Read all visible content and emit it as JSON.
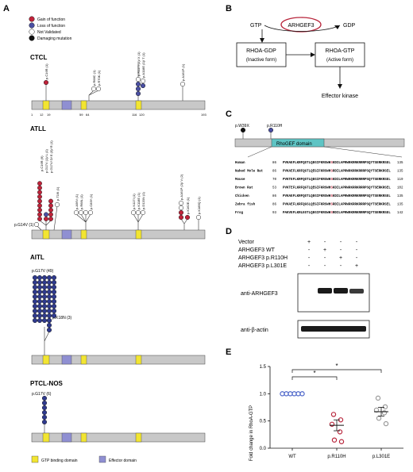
{
  "panel_labels": {
    "a": "A",
    "b": "B",
    "c": "C",
    "d": "D",
    "e": "E"
  },
  "legend_mut": [
    {
      "label": "Gain of function",
      "color": "#c0233a"
    },
    {
      "label": "Loss of function",
      "color": "#4a4fa3"
    },
    {
      "label": "Not Validated",
      "color": "#ffffff"
    },
    {
      "label": "Damaging mutation",
      "color": "#111111"
    }
  ],
  "ctcl": {
    "title": "CTCL",
    "ticks": [
      "1",
      "12",
      "19",
      "59",
      "64",
      "116",
      "120",
      "193"
    ],
    "muts": [
      "p.C16R (1)",
      "p.R68C (1)",
      "p.R70K (1)",
      "p.R117I (3)/ X (1)",
      "p.A118E (1)/ T (1)",
      "p.A161P (1)"
    ]
  },
  "atll": {
    "title": "ATLL",
    "muts": [
      "p.C16R (9)",
      "p.G17V (1)/ L (1)",
      "p.G17V/ D/ E (3)/ R (1)",
      "p.T19I (1)",
      "p.G14V (1)",
      "p.A56V (1)",
      "p.R68L (1)",
      "p.C83Y (1)",
      "p.N117I (1)",
      "p.K118E (1)",
      "p.D120N (1)",
      "p.A161P (2)/ V (2)",
      "p.K162E (1)",
      "p.K185Q (1)"
    ]
  },
  "aitl": {
    "title": "AITL",
    "muts": [
      "p.G17V (49)",
      "p.K18N (3)"
    ]
  },
  "ptcl": {
    "title": "PTCL-NOS",
    "muts": [
      "p.G17V (6)"
    ]
  },
  "legend_domain": {
    "gtp": "GTP binding domain",
    "effector": "Effector domain"
  },
  "b": {
    "gtp": "GTP",
    "gdp": "GDP",
    "gef": "ARHGEF3",
    "inactive_title": "RHOA-GDP",
    "inactive_sub": "(Inactive form)",
    "active_title": "RHOA-GTP",
    "active_sub": "(Active form)",
    "kinase": "Effector kinase"
  },
  "c": {
    "mut1": "p.W39X",
    "mut2": "p.R110H",
    "domain": "RhoGEF domain",
    "species": [
      {
        "name": "Human",
        "start": "86",
        "seq": "PVKAEFLKRFQGTLQEGIFKRSWHSKDILAPRWRKRRKRRRPSQYTSERKRSEL",
        "end": "135"
      },
      {
        "name": "Naked Mole Rat",
        "start": "86",
        "seq": "PVKAEFLKRFQGTLQEGIFKRSWHSRDILAPRWRKRRKRRRPSQYTSERKRSEL",
        "end": "135"
      },
      {
        "name": "Mouse",
        "start": "70",
        "seq": "PVKTEFLKRFQGTLQEGIFKRSWHSKDILAPRWRKRRKRRRPSQYTSERKRSEL",
        "end": "119"
      },
      {
        "name": "Brown Rat",
        "start": "53",
        "seq": "PVKTEFLKRFQGTLQEGIFKRSWHSKDILAPRWRKRRKRRRPSQYTSERKRSEL",
        "end": "102"
      },
      {
        "name": "Chicken",
        "start": "86",
        "seq": "PVKAEFLKRFQGTLQEGIFKRSWHSKDILAPRWRKRRKRRRPSQYTSERKRSEL",
        "end": "135"
      },
      {
        "name": "Zebra fish",
        "start": "86",
        "seq": "PVKAEFLKRFQGSLQEGIFKRSWHSRDILAPRWRKRRKRRRPSQYTSERKRSEL",
        "end": "135"
      },
      {
        "name": "Frog",
        "start": "93",
        "seq": "PAKVEFLKRLEGTLQEGIFKRSWHSRDILAPRWRKRRKRRRPSQYTSERKRSEL",
        "end": "142"
      }
    ]
  },
  "d": {
    "rows": [
      "Vector",
      "ARHGEF3 WT",
      "ARHGEF3 p.R110H",
      "ARHGEF3 p.L301E"
    ],
    "signs": [
      [
        "+",
        "-",
        "-",
        "-"
      ],
      [
        "-",
        "+",
        "-",
        "-"
      ],
      [
        "-",
        "-",
        "+",
        "-"
      ],
      [
        "-",
        "-",
        "-",
        "+"
      ]
    ],
    "blot1": "anti-ARHGEF3",
    "blot2": "anti-β-actin"
  },
  "chart_data": {
    "type": "scatter",
    "title": "",
    "ylabel": "Fold change in RhoA-GTP",
    "categories": [
      "WT",
      "p.R110H",
      "p.L301E"
    ],
    "ylim": [
      0,
      1.5
    ],
    "yticks": [
      "0.0",
      "0.5",
      "1.0",
      "1.5"
    ],
    "colors": [
      "#4a63c8",
      "#b8263c",
      "#9a9a9a"
    ],
    "points": [
      [
        1.0,
        1.0,
        1.0,
        1.0,
        1.0,
        1.0
      ],
      [
        0.62,
        0.52,
        0.44,
        0.3,
        0.15,
        0.12
      ],
      [
        0.92,
        0.76,
        0.7,
        0.65,
        0.55,
        0.45
      ]
    ],
    "means": [
      1.0,
      0.42,
      0.67
    ],
    "errors": [
      0,
      0.1,
      0.08
    ],
    "significance": [
      "*",
      "*"
    ]
  }
}
